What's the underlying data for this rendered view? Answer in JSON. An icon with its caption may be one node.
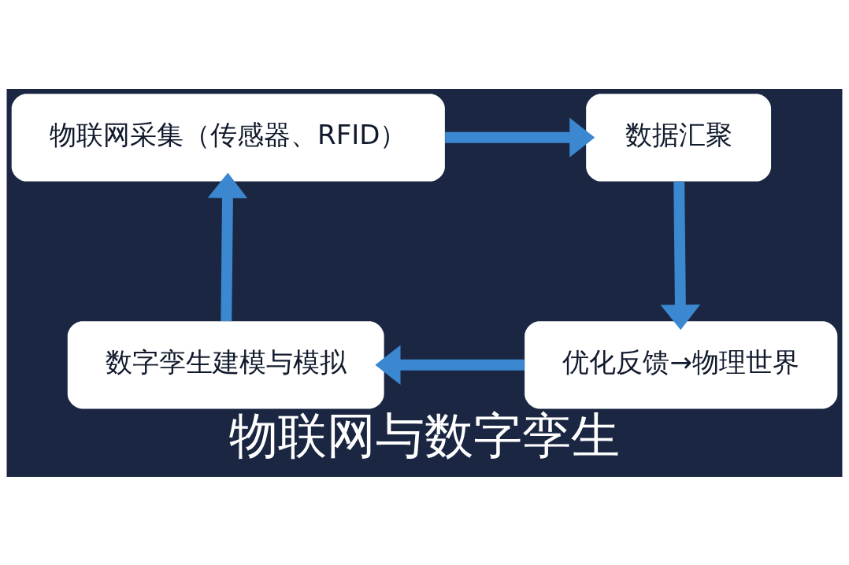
{
  "diagram": {
    "title": "物联网与数字孪生",
    "nodes": [
      {
        "text": [
          "物联网采集（传感器、RFID）"
        ]
      },
      {
        "text": [
          "数据汇聚"
        ]
      },
      {
        "text": [
          "数字孪生建模与模拟"
        ]
      },
      {
        "text": [
          "优化反馈→物理世界"
        ]
      }
    ],
    "edges": [
      {
        "from": 0,
        "to": 1,
        "arrow": "to"
      },
      {
        "from": 1,
        "to": 3,
        "arrow": "to"
      },
      {
        "from": 3,
        "to": 2,
        "arrow": "to"
      },
      {
        "from": 2,
        "to": 0,
        "arrow": "to"
      }
    ]
  }
}
